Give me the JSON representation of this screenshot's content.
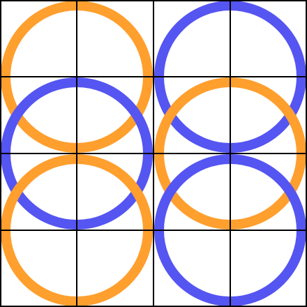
{
  "colors": {
    "background": "#ffffff",
    "grid_line": "#000000",
    "orange": "#ff9f2e",
    "blue": "#5555f2"
  },
  "grid": {
    "rows": 4,
    "columns": 4
  },
  "rings": [
    {
      "name": "orange-ring-top-left",
      "color": "orange"
    },
    {
      "name": "blue-ring-top-right",
      "color": "blue"
    },
    {
      "name": "blue-ring-middle-left",
      "color": "blue"
    },
    {
      "name": "orange-ring-middle-right",
      "color": "orange"
    },
    {
      "name": "orange-ring-bottom-left",
      "color": "orange"
    },
    {
      "name": "blue-ring-bottom-right",
      "color": "blue"
    }
  ]
}
